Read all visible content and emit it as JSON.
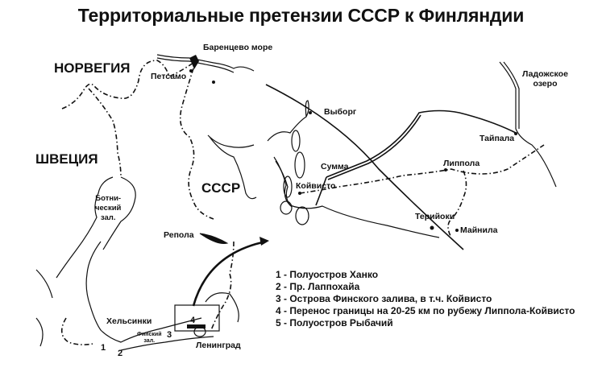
{
  "title": "Территориальные претензии СССР к Финляндии",
  "countries": {
    "norway": "НОРВЕГИЯ",
    "sweden": "ШВЕЦИЯ",
    "ussr": "СССР"
  },
  "places": {
    "barents_sea": "Баренцево море",
    "petsamo": "Петсамо",
    "bothnian_gulf": [
      "Ботни-",
      "ческий",
      "зал."
    ],
    "repola": "Репола",
    "helsinki": "Хельсинки",
    "finnish_gulf": [
      "Финский",
      "зал."
    ],
    "leningrad": "Ленинград",
    "vyborg": "Выборг",
    "ladoga": [
      "Ладожское",
      "озеро"
    ],
    "taipale": "Тайпала",
    "lippola": "Липпола",
    "summa": "Сумма",
    "koivisto": "Койвисто",
    "terijoki": "Терийоки",
    "mainila": "Майнила"
  },
  "markers": [
    "1",
    "2",
    "3",
    "4"
  ],
  "legend": [
    "1 - Полуостров Ханко",
    "2 - Пр. Лаппохайа",
    "3 - Острова Финского залива, в т.ч. Койвисто",
    "4 - Перенос границы на 20-25 км по рубежу Липпола-Койвисто",
    "5 - Полуостров Рыбачий"
  ]
}
